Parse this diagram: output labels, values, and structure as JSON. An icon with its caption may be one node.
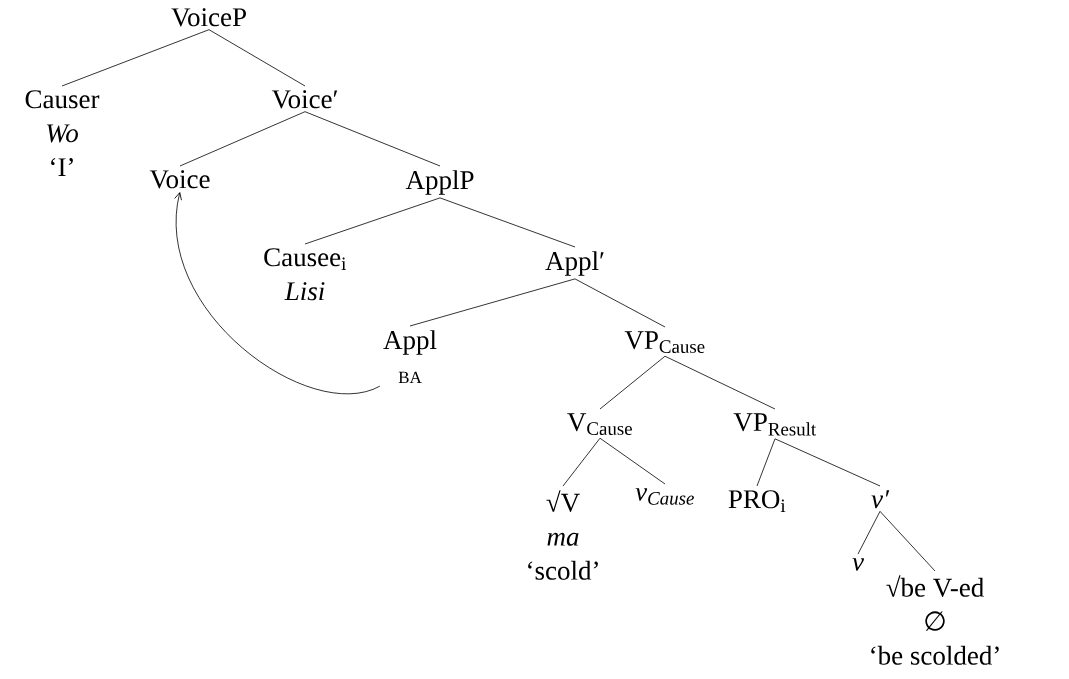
{
  "diagram": {
    "nodes": [
      {
        "text": [
          "VoiceP"
        ]
      },
      {
        "text": [
          "Causer",
          "Wo",
          "‘I’"
        ]
      },
      {
        "text": [
          "Voice′"
        ]
      },
      {
        "text": [
          "Voice"
        ]
      },
      {
        "text": [
          "ApplP"
        ]
      },
      {
        "text": [
          "Causee$_{i}$",
          "Lisi"
        ]
      },
      {
        "text": [
          "Appl′"
        ]
      },
      {
        "text": [
          "Appl",
          "BA"
        ]
      },
      {
        "text": [
          "VP$_{Cause}$"
        ]
      },
      {
        "text": [
          "V$_{Cause}$"
        ]
      },
      {
        "text": [
          "VP$_{Result}$"
        ]
      },
      {
        "text": [
          "√V",
          "ma",
          "‘scold’"
        ]
      },
      {
        "text": [
          "v$_{Cause}$"
        ]
      },
      {
        "text": [
          "PRO$_{i}$"
        ]
      },
      {
        "text": [
          "v′"
        ]
      },
      {
        "text": [
          "v"
        ]
      },
      {
        "text": [
          "√be V-ed",
          "∅",
          "‘be scolded’"
        ]
      }
    ],
    "edges": [
      {
        "from": 0,
        "to": 1,
        "arrow": "none"
      },
      {
        "from": 0,
        "to": 2,
        "arrow": "none"
      },
      {
        "from": 2,
        "to": 3,
        "arrow": "none"
      },
      {
        "from": 2,
        "to": 4,
        "arrow": "none"
      },
      {
        "from": 4,
        "to": 5,
        "arrow": "none"
      },
      {
        "from": 4,
        "to": 6,
        "arrow": "none"
      },
      {
        "from": 6,
        "to": 7,
        "arrow": "none"
      },
      {
        "from": 6,
        "to": 8,
        "arrow": "none"
      },
      {
        "from": 8,
        "to": 9,
        "arrow": "none"
      },
      {
        "from": 8,
        "to": 10,
        "arrow": "none"
      },
      {
        "from": 9,
        "to": 11,
        "arrow": "none"
      },
      {
        "from": 9,
        "to": 12,
        "arrow": "none"
      },
      {
        "from": 10,
        "to": 13,
        "arrow": "none"
      },
      {
        "from": 10,
        "to": 14,
        "arrow": "none"
      },
      {
        "from": 14,
        "to": 15,
        "arrow": "none"
      },
      {
        "from": 14,
        "to": 16,
        "arrow": "none"
      },
      {
        "from": 7,
        "to": 3,
        "arrow": "to"
      }
    ]
  }
}
